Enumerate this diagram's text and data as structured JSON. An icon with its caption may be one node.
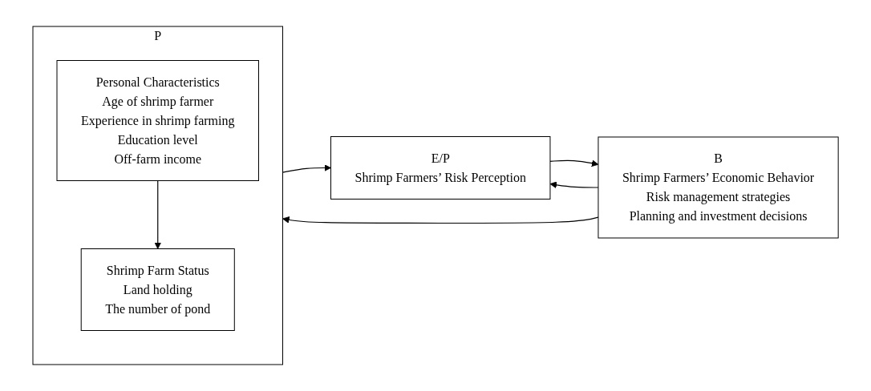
{
  "diagram": {
    "nodes": [
      {
        "text": [
          "P"
        ]
      },
      {
        "text": [
          "Personal Characteristics",
          "Age of shrimp farmer",
          "Experience in shrimp farming",
          "Education level",
          "Off-farm income"
        ],
        "in": 0
      },
      {
        "text": [
          "Shrimp Farm Status",
          "Land holding",
          "The number of pond"
        ],
        "in": 0
      },
      {
        "text": [
          "E/P",
          "Shrimp Farmers’ Risk Perception"
        ]
      },
      {
        "text": [
          "B",
          "Shrimp Farmers’ Economic Behavior",
          "Risk management strategies",
          "Planning and investment decisions"
        ]
      }
    ],
    "edges": [
      {
        "from": 1,
        "to": 2,
        "arrow": "to"
      },
      {
        "from": 0,
        "to": 3,
        "arrow": "to"
      },
      {
        "from": 3,
        "to": 4,
        "arrow": "to"
      },
      {
        "from": 4,
        "to": 3,
        "arrow": "to"
      },
      {
        "from": 4,
        "to": 0,
        "arrow": "to"
      }
    ]
  }
}
